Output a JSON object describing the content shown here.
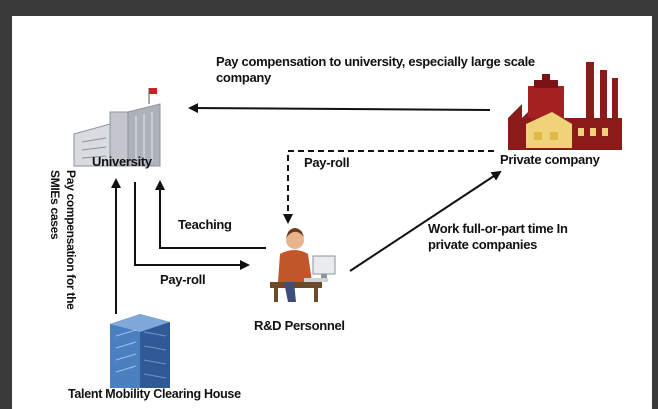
{
  "nodes": {
    "university": {
      "label": "University",
      "icon": "university-building-icon"
    },
    "private_company": {
      "label": "Private company",
      "icon": "factory-icon"
    },
    "rd_personnel": {
      "label": "R&D Personnel",
      "icon": "person-at-computer-icon"
    },
    "clearing_house": {
      "label": "Talent Mobility Clearing House",
      "icon": "office-tower-icon"
    }
  },
  "edges": {
    "company_to_university": "Pay compensation to university, especially large scale company",
    "company_to_personnel": "Pay-roll",
    "university_to_personnel": "Pay-roll",
    "personnel_to_university": "Teaching",
    "personnel_to_company": "Work  full-or-part time In private companies",
    "clearing_house_to_university": "Pay compensation for the SMIEs  cases"
  },
  "colors": {
    "frame": "#3a3a3a",
    "factory": "#8b1a1a",
    "building": "#b8bcc4",
    "tower": "#4a7fc0",
    "arrow": "#111111"
  }
}
